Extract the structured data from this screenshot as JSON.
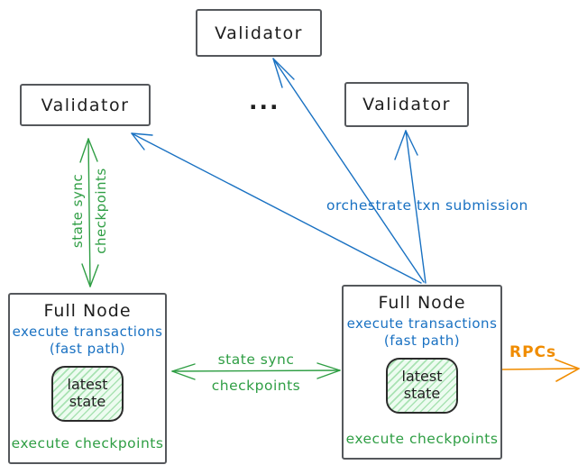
{
  "validators": [
    {
      "label": "Validator"
    },
    {
      "label": "Validator"
    },
    {
      "label": "Validator"
    }
  ],
  "ellipsis": "...",
  "full_nodes": [
    {
      "title": "Full Node",
      "exec_line1": "execute transactions",
      "exec_line2": "(fast path)",
      "state_line1": "latest",
      "state_line2": "state",
      "footer": "execute checkpoints"
    },
    {
      "title": "Full Node",
      "exec_line1": "execute transactions",
      "exec_line2": "(fast path)",
      "state_line1": "latest",
      "state_line2": "state",
      "footer": "execute checkpoints"
    }
  ],
  "arrows": {
    "vertical_state_sync": {
      "line1": "state sync",
      "line2": "checkpoints"
    },
    "horizontal_state_sync": {
      "line1": "state sync",
      "line2": "checkpoints"
    },
    "orchestrate": {
      "label": "orchestrate txn submission"
    },
    "rpcs": {
      "label": "RPCs"
    }
  },
  "colors": {
    "blue": "#1971c2",
    "green": "#2f9e44",
    "orange": "#f08c00",
    "text_black": "#1e1e1e",
    "box_border": "#55585c",
    "state_fill_stripe": "#40c057"
  }
}
